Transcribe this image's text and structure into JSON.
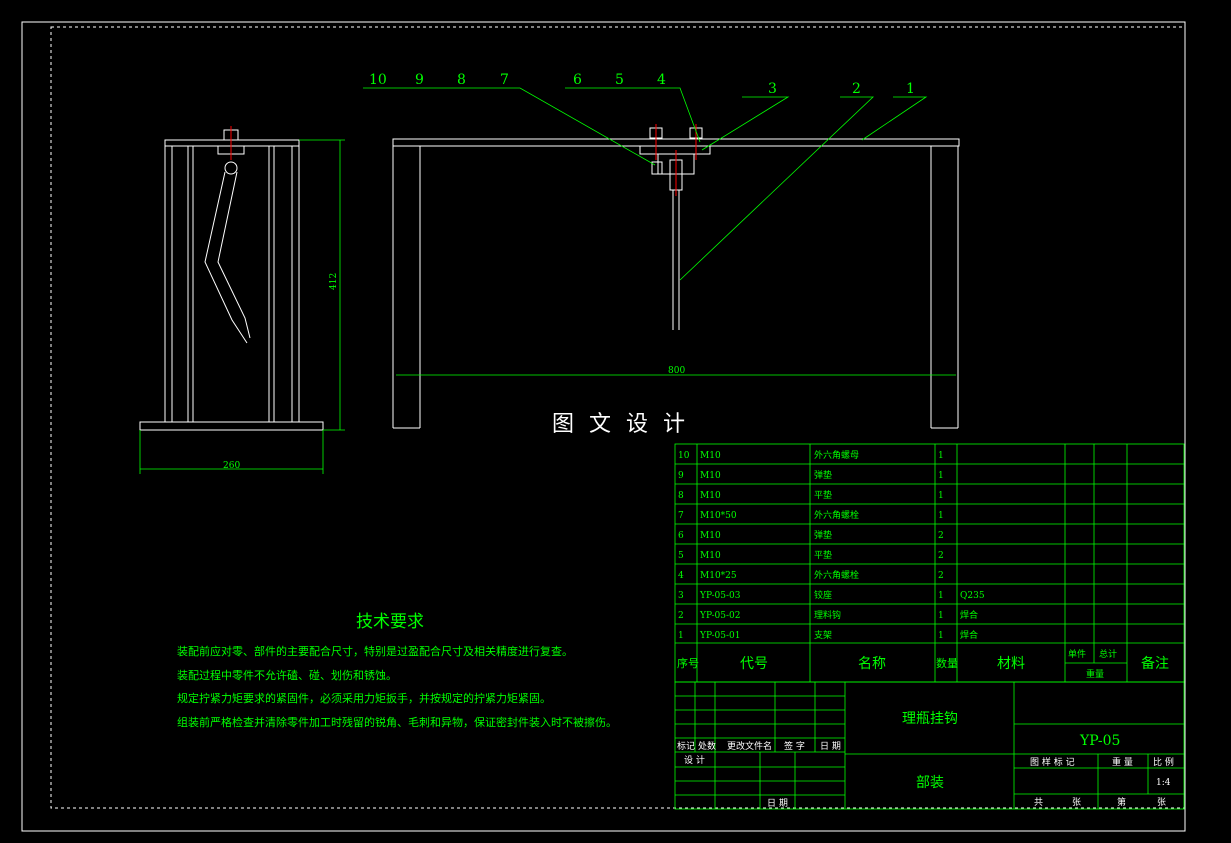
{
  "watermark": "图 文 设 计",
  "dimensions": {
    "height": "412",
    "width_side": "260",
    "width_front": "800"
  },
  "leaders": [
    "10",
    "9",
    "8",
    "7",
    "6",
    "5",
    "4",
    "3",
    "2",
    "1"
  ],
  "tech": {
    "title": "技术要求",
    "lines": [
      "装配前应对零、部件的主要配合尺寸，特别是过盈配合尺寸及相关精度进行复查。",
      "装配过程中零件不允许磕、碰、划伤和锈蚀。",
      "规定拧紧力矩要求的紧固件，必须采用力矩扳手，并按规定的拧紧力矩紧固。",
      "组装前严格检查并清除零件加工时残留的锐角、毛刺和异物，保证密封件装入时不被擦伤。"
    ]
  },
  "bom": {
    "rows": [
      {
        "no": "10",
        "code": "M10",
        "name": "外六角螺母",
        "qty": "1",
        "mat": ""
      },
      {
        "no": "9",
        "code": "M10",
        "name": "弹垫",
        "qty": "1",
        "mat": ""
      },
      {
        "no": "8",
        "code": "M10",
        "name": "平垫",
        "qty": "1",
        "mat": ""
      },
      {
        "no": "7",
        "code": "M10*50",
        "name": "外六角螺栓",
        "qty": "1",
        "mat": ""
      },
      {
        "no": "6",
        "code": "M10",
        "name": "弹垫",
        "qty": "2",
        "mat": ""
      },
      {
        "no": "5",
        "code": "M10",
        "name": "平垫",
        "qty": "2",
        "mat": ""
      },
      {
        "no": "4",
        "code": "M10*25",
        "name": "外六角螺栓",
        "qty": "2",
        "mat": ""
      },
      {
        "no": "3",
        "code": "YP-05-03",
        "name": "铰座",
        "qty": "1",
        "mat": "Q235"
      },
      {
        "no": "2",
        "code": "YP-05-02",
        "name": "理料钩",
        "qty": "1",
        "mat": "焊合"
      },
      {
        "no": "1",
        "code": "YP-05-01",
        "name": "支架",
        "qty": "1",
        "mat": "焊合"
      }
    ],
    "header": {
      "no": "序号",
      "code": "代号",
      "name": "名称",
      "qty": "数量",
      "mat": "材料",
      "unit": "单件",
      "total": "总计",
      "weight": "重量",
      "note": "备注"
    }
  },
  "title_block": {
    "name": "理瓶挂钩",
    "drawing_no": "YP-05",
    "type": "部装",
    "scale": "1:4",
    "labels": {
      "mark": "标记",
      "count": "处数",
      "doc": "更改文件名",
      "sign": "签 字",
      "date": "日 期",
      "design": "设 计",
      "date2": "日 期",
      "stage": "图 样 标 记",
      "weight": "重 量",
      "scale_lbl": "比 例",
      "total_sheets": "共",
      "sheets": "张",
      "sheet_no": "第",
      "sheet": "张"
    }
  }
}
